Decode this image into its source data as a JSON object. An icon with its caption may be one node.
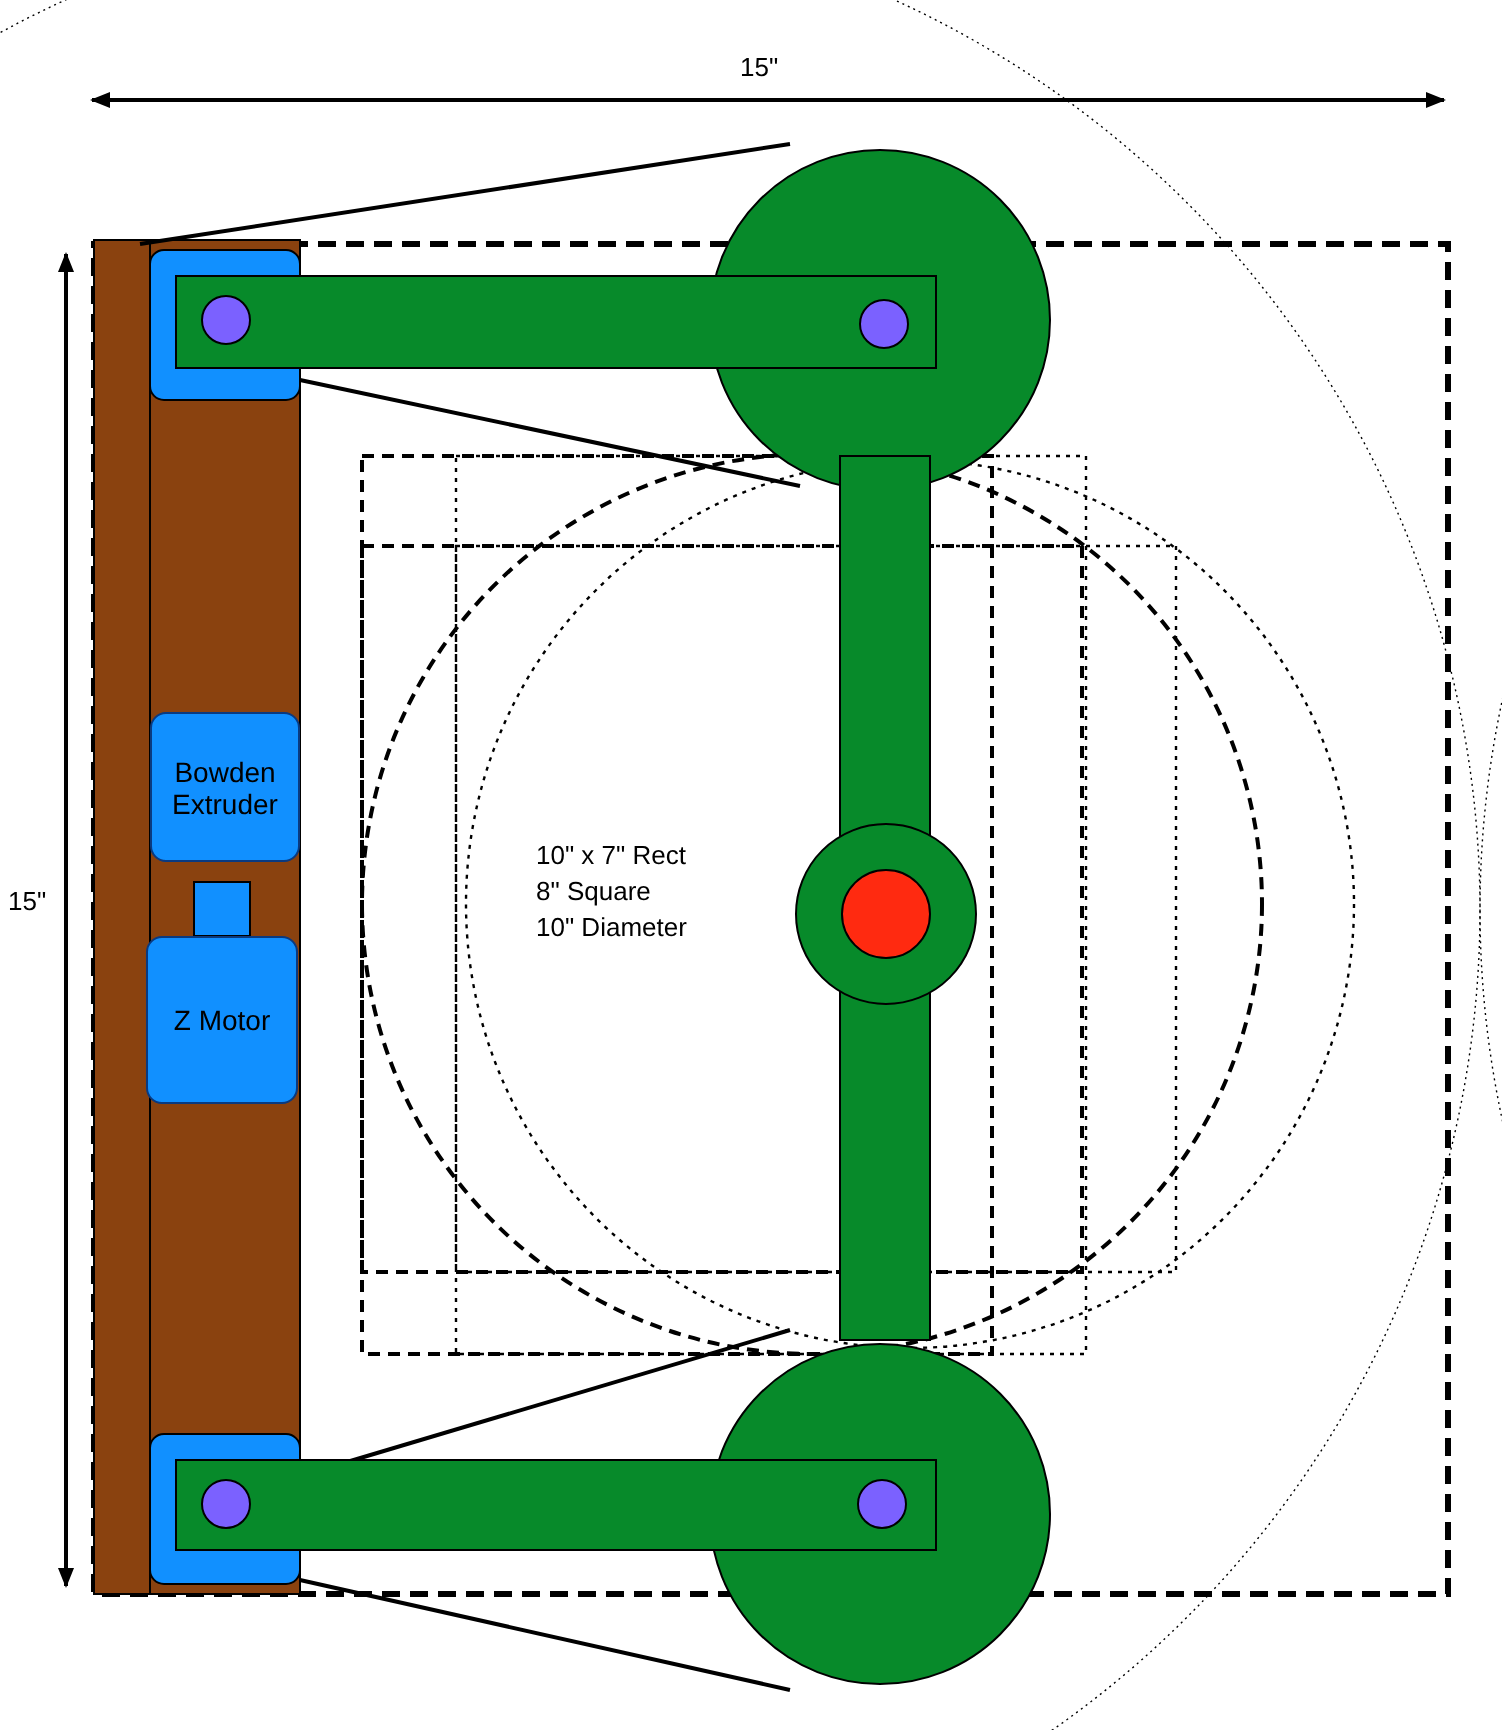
{
  "diagram": {
    "nodes": [
      {
        "text": [
          "Bowden Extruder"
        ]
      },
      {
        "text": [
          "Z Motor"
        ]
      }
    ],
    "labels": [
      "15\"",
      "15\"",
      "10\" x 7\" Rect",
      "8\" Square",
      "10\" Diameter"
    ]
  }
}
